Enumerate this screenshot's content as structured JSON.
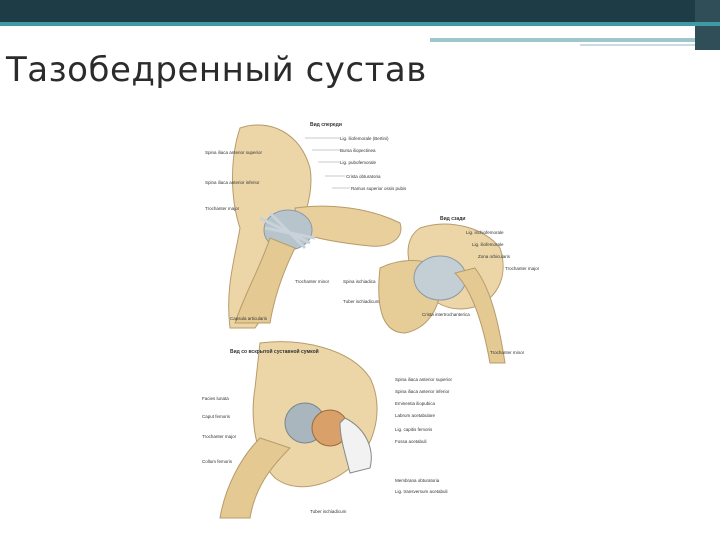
{
  "slide": {
    "title": "Тазобедренный сустав",
    "accent_colors": {
      "bar": "#1e3c46",
      "teal": "#3f9aa6",
      "light": "#9fc6cc"
    }
  },
  "figure": {
    "panel_top_left": {
      "heading": "Вид спереди",
      "labels": [
        "Lig. iliofemorale (Bertini)",
        "Bursa iliopectinea",
        "Lig. pubofemorale",
        "Crista obturatoria",
        "Ramus superior ossis pubis",
        "Spina iliaca anterior superior",
        "Spina iliaca anterior inferior",
        "Trochanter major",
        "Trochanter minor",
        "Capsula articularis"
      ]
    },
    "panel_right": {
      "heading": "Вид сзади",
      "labels": [
        "Lig. ischiofemorale",
        "Lig. iliofemorale",
        "Zona orbicularis",
        "Trochanter major",
        "Spina ischiadica",
        "Tuber ischiadicum",
        "Crista intertrochanterica",
        "Trochanter minor"
      ]
    },
    "panel_bottom": {
      "heading": "Вид со вскрытой суставной сумкой",
      "labels": [
        "Spina iliaca anterior superior",
        "Spina iliaca anterior inferior",
        "Eminentia iliopubica",
        "Facies lunata",
        "Labrum acetabulare",
        "Caput femoris",
        "Lig. capitis femoris",
        "Fossa acetabuli",
        "Lig. transversum acetabuli",
        "Membrana obturatoria",
        "Trochanter major",
        "Collum femoris",
        "Tuber ischiadicum"
      ]
    }
  }
}
